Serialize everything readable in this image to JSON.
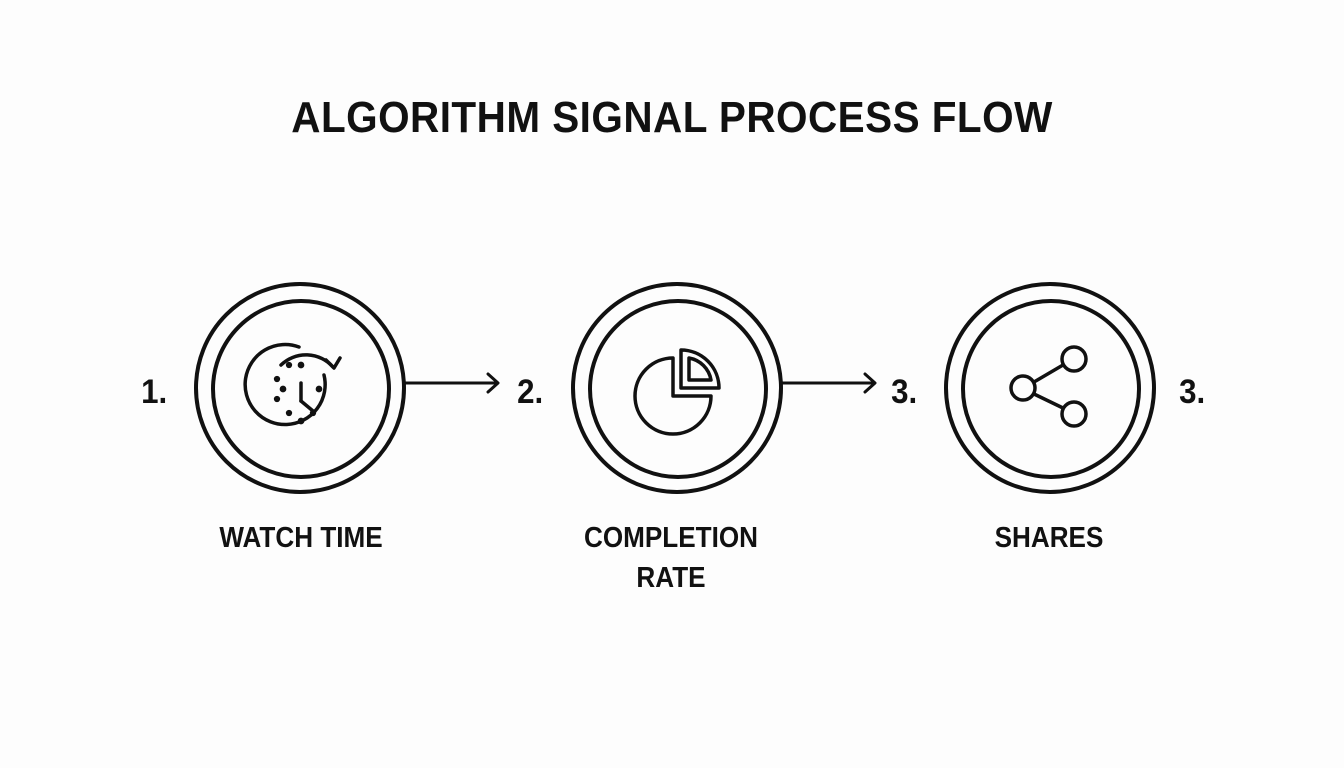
{
  "title": "ALGORITHM SIGNAL PROCESS FLOW",
  "steps": [
    {
      "number": "1.",
      "label": "WATCH TIME",
      "icon": "clock-refresh-icon"
    },
    {
      "number": "2.",
      "label": "COMPLETION RATE",
      "icon": "pie-chart-icon"
    },
    {
      "number": "3.",
      "label": "SHARES",
      "icon": "share-icon"
    }
  ],
  "trailing_number": "3.",
  "colors": {
    "stroke": "#111111",
    "background": "#fdfdfd"
  }
}
